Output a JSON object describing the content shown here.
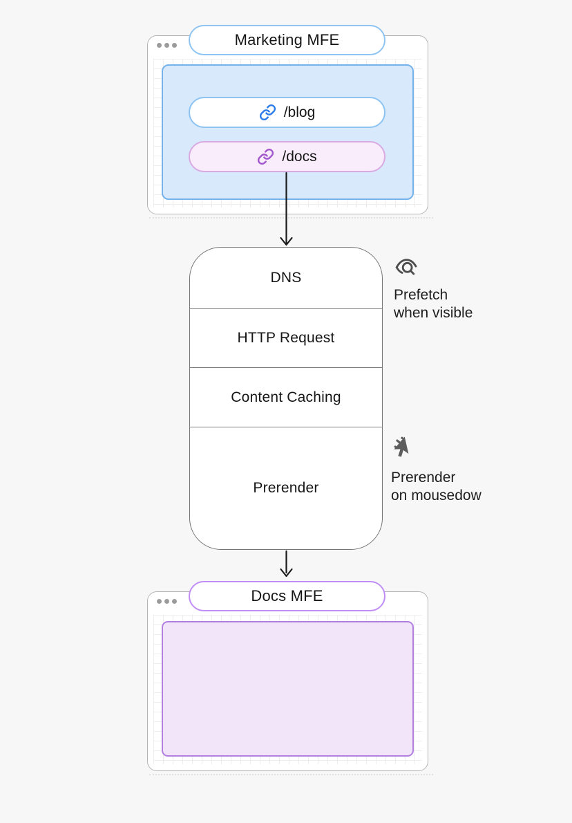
{
  "colors": {
    "background": "#f7f7f7",
    "window_border": "#b5b5b5",
    "blue_accent_border": "#8ec4f2",
    "blue_panel_fill": "#d8e9fb",
    "blue_panel_border": "#74b2ec",
    "blue_link_icon": "#2b7ce9",
    "docs_pill_fill": "#f9edfb",
    "docs_pill_border": "#d9abe2",
    "purple_link_icon": "#a156cc",
    "docs_title_border": "#bf8df5",
    "docs_panel_fill": "#f2e4f9",
    "docs_panel_border": "#b07fe0",
    "arrow": "#1c1c1c"
  },
  "marketing_window": {
    "title": "Marketing MFE",
    "links": [
      {
        "path": "/blog",
        "icon": "link-icon",
        "accent": "#2b7ce9"
      },
      {
        "path": "/docs",
        "icon": "link-icon",
        "accent": "#a156cc"
      }
    ]
  },
  "pipeline": {
    "stages": [
      "DNS",
      "HTTP Request",
      "Content Caching",
      "Prerender"
    ]
  },
  "annotations": [
    {
      "icon": "eye-magnifier-icon",
      "lines": [
        "Prefetch",
        "when visible"
      ]
    },
    {
      "icon": "cursor-click-icon",
      "lines": [
        "Prerender",
        "on mousedow"
      ]
    }
  ],
  "docs_window": {
    "title": "Docs MFE"
  }
}
